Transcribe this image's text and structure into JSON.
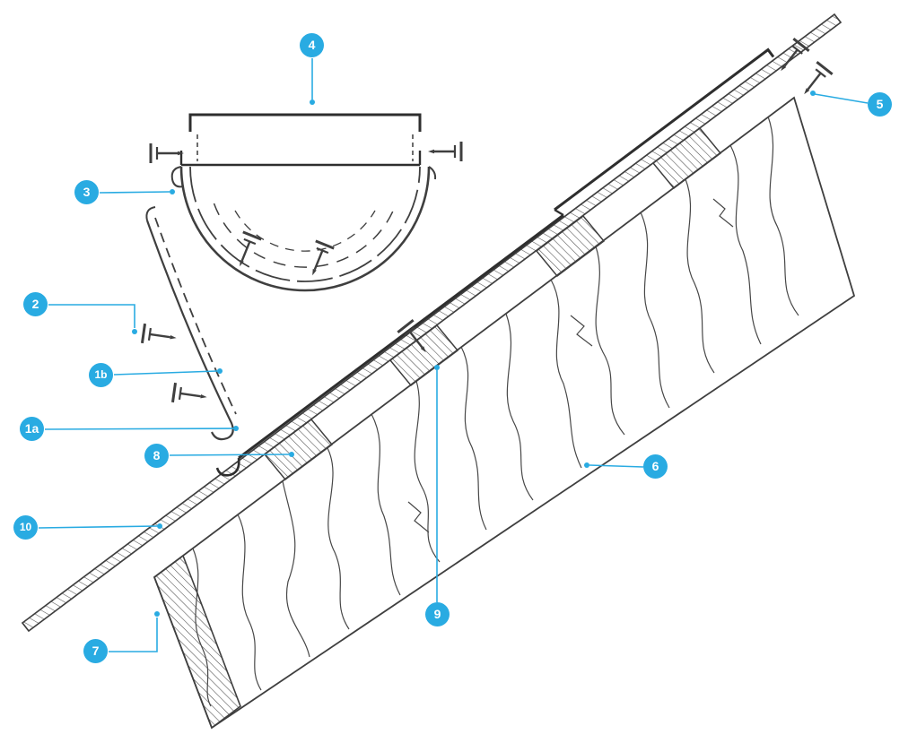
{
  "meta": {
    "figure_kind": "exploded roof-eaves and gutter installation cross-section",
    "colors": {
      "background": "#ffffff",
      "ink": "#3f3f3f",
      "accent": "#29abe2"
    }
  },
  "callouts": [
    {
      "label": "1a"
    },
    {
      "label": "1b"
    },
    {
      "label": "2"
    },
    {
      "label": "3"
    },
    {
      "label": "4"
    },
    {
      "label": "5"
    },
    {
      "label": "6"
    },
    {
      "label": "7"
    },
    {
      "label": "8"
    },
    {
      "label": "9"
    },
    {
      "label": "10"
    }
  ]
}
